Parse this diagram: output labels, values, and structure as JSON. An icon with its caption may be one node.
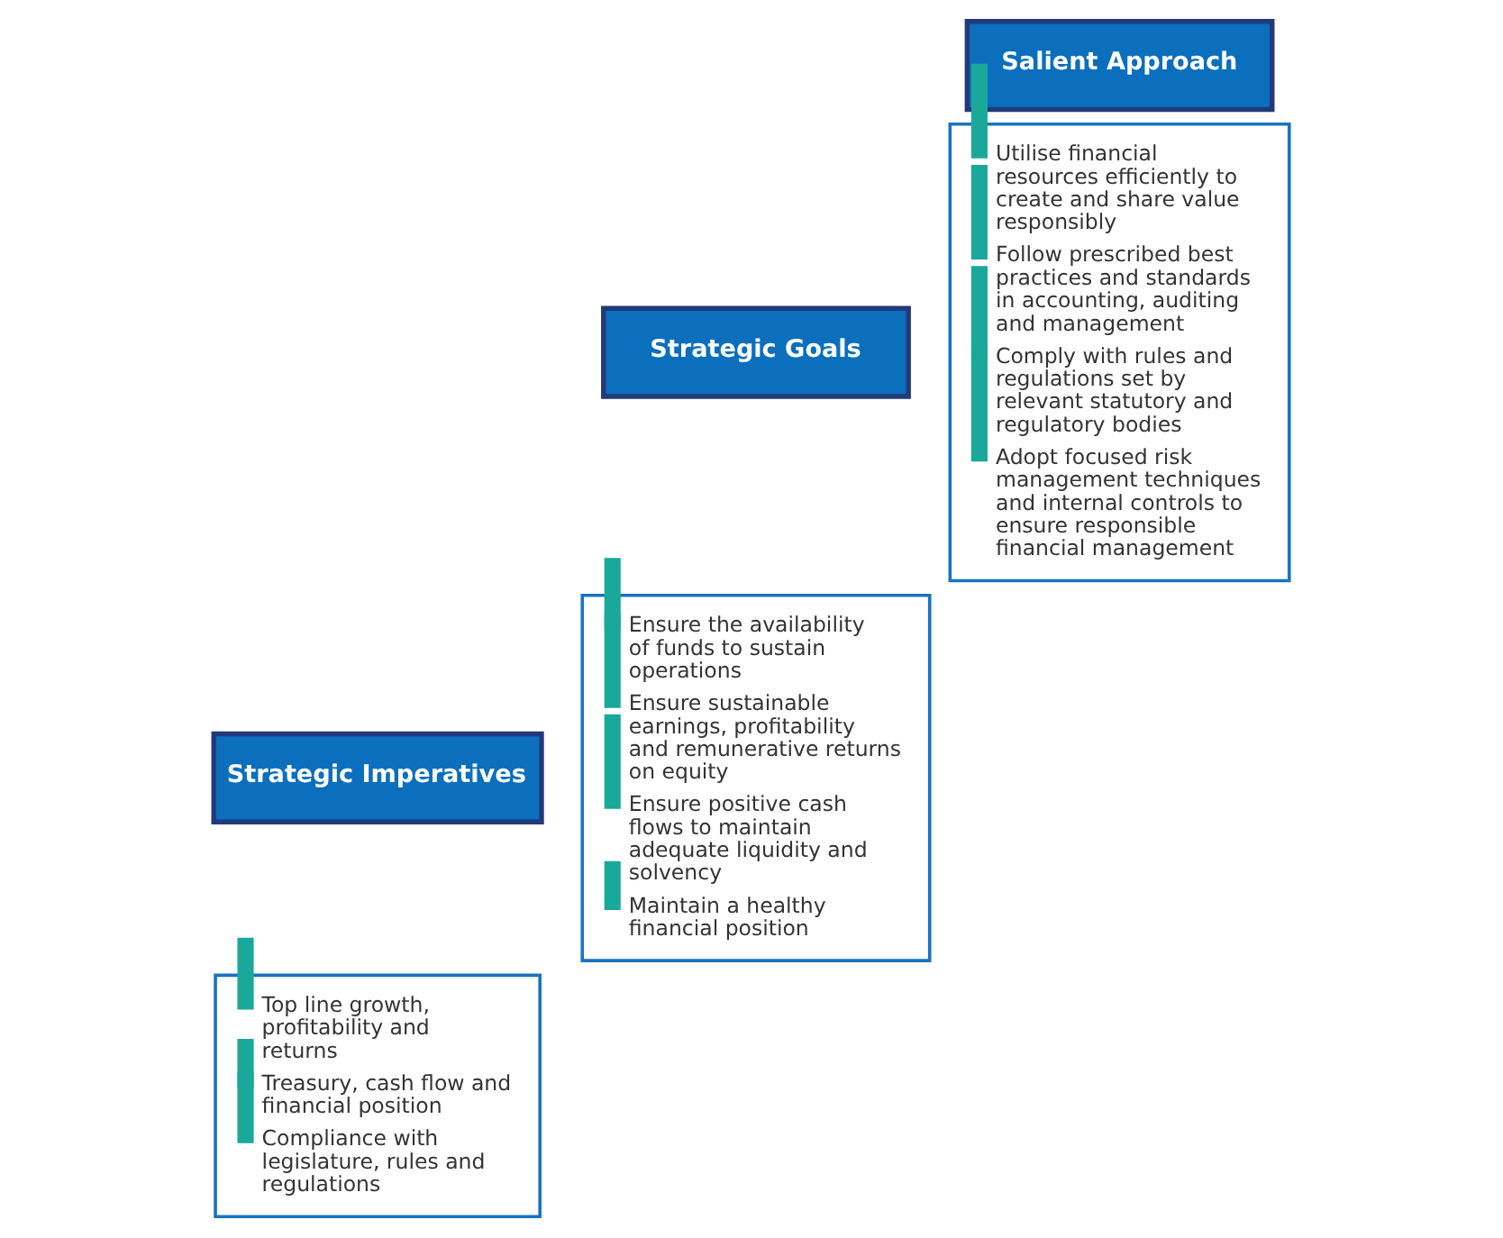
{
  "diagram": {
    "nodes": [
      {
        "text": [
          "Strategic Imperatives"
        ]
      },
      {
        "text": [
          "Top line growth, profitability and returns",
          "Treasury, cash flow and financial position",
          "Compliance with legislature, rules and regulations"
        ]
      },
      {
        "text": [
          "Strategic Goals"
        ]
      },
      {
        "text": [
          "Ensure the availability of funds to sustain operations",
          "Ensure sustainable earnings, profitability and remunerative returns on equity",
          "Ensure positive cash flows to maintain adequate liquidity and solvency",
          "Maintain a healthy financial position"
        ]
      },
      {
        "text": [
          "Salient Approach"
        ]
      },
      {
        "text": [
          "Utilise financial resources efficiently to create and share value responsibly",
          "Follow prescribed best practices and standards in accounting, auditing and management",
          "Comply with rules and regulations set by relevant statutory and regulatory bodies",
          "Adopt focused risk management techniques and internal controls to ensure responsible financial management"
        ]
      }
    ],
    "edges": []
  }
}
